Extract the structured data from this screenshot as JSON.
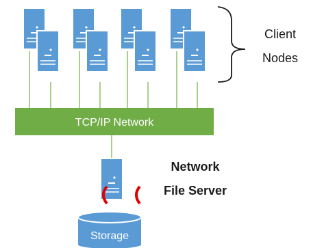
{
  "network": {
    "label": "TCP/IP Network"
  },
  "clients": {
    "line1": "Client",
    "line2": "Nodes"
  },
  "server": {
    "line1": "Network",
    "line2": "File Server"
  },
  "storage": {
    "label": "Storage"
  },
  "colors": {
    "server_blue": "#5b9bd5",
    "server_dark": "#41719c",
    "network_green": "#70ad47",
    "line_green": "#a9d18e",
    "bracket_red": "#e00000"
  }
}
